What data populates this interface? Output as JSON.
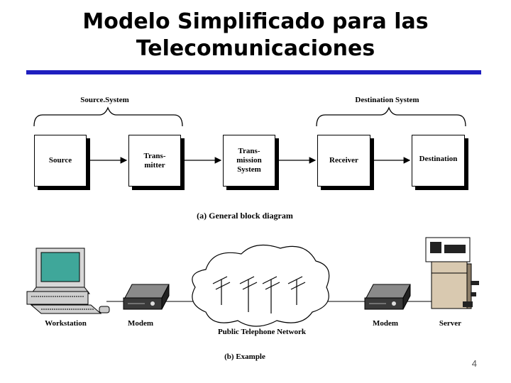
{
  "slide": {
    "title_line1": "Modelo Simplificado para las",
    "title_line2": "Telecomunicaciones",
    "page_number": "4"
  },
  "block_diagram": {
    "group_source": "Source.System",
    "group_destination": "Destination System",
    "blocks": [
      "Source",
      "Trans-\nmitter",
      "Trans-\nmission\nSystem",
      "Receiver",
      "Destination"
    ],
    "caption": "(a) General block diagram"
  },
  "example": {
    "labels": {
      "workstation": "Workstation",
      "modem_left": "Modem",
      "network": "Public Telephone Network",
      "modem_right": "Modem",
      "server": "Server"
    },
    "caption": "(b) Example"
  }
}
